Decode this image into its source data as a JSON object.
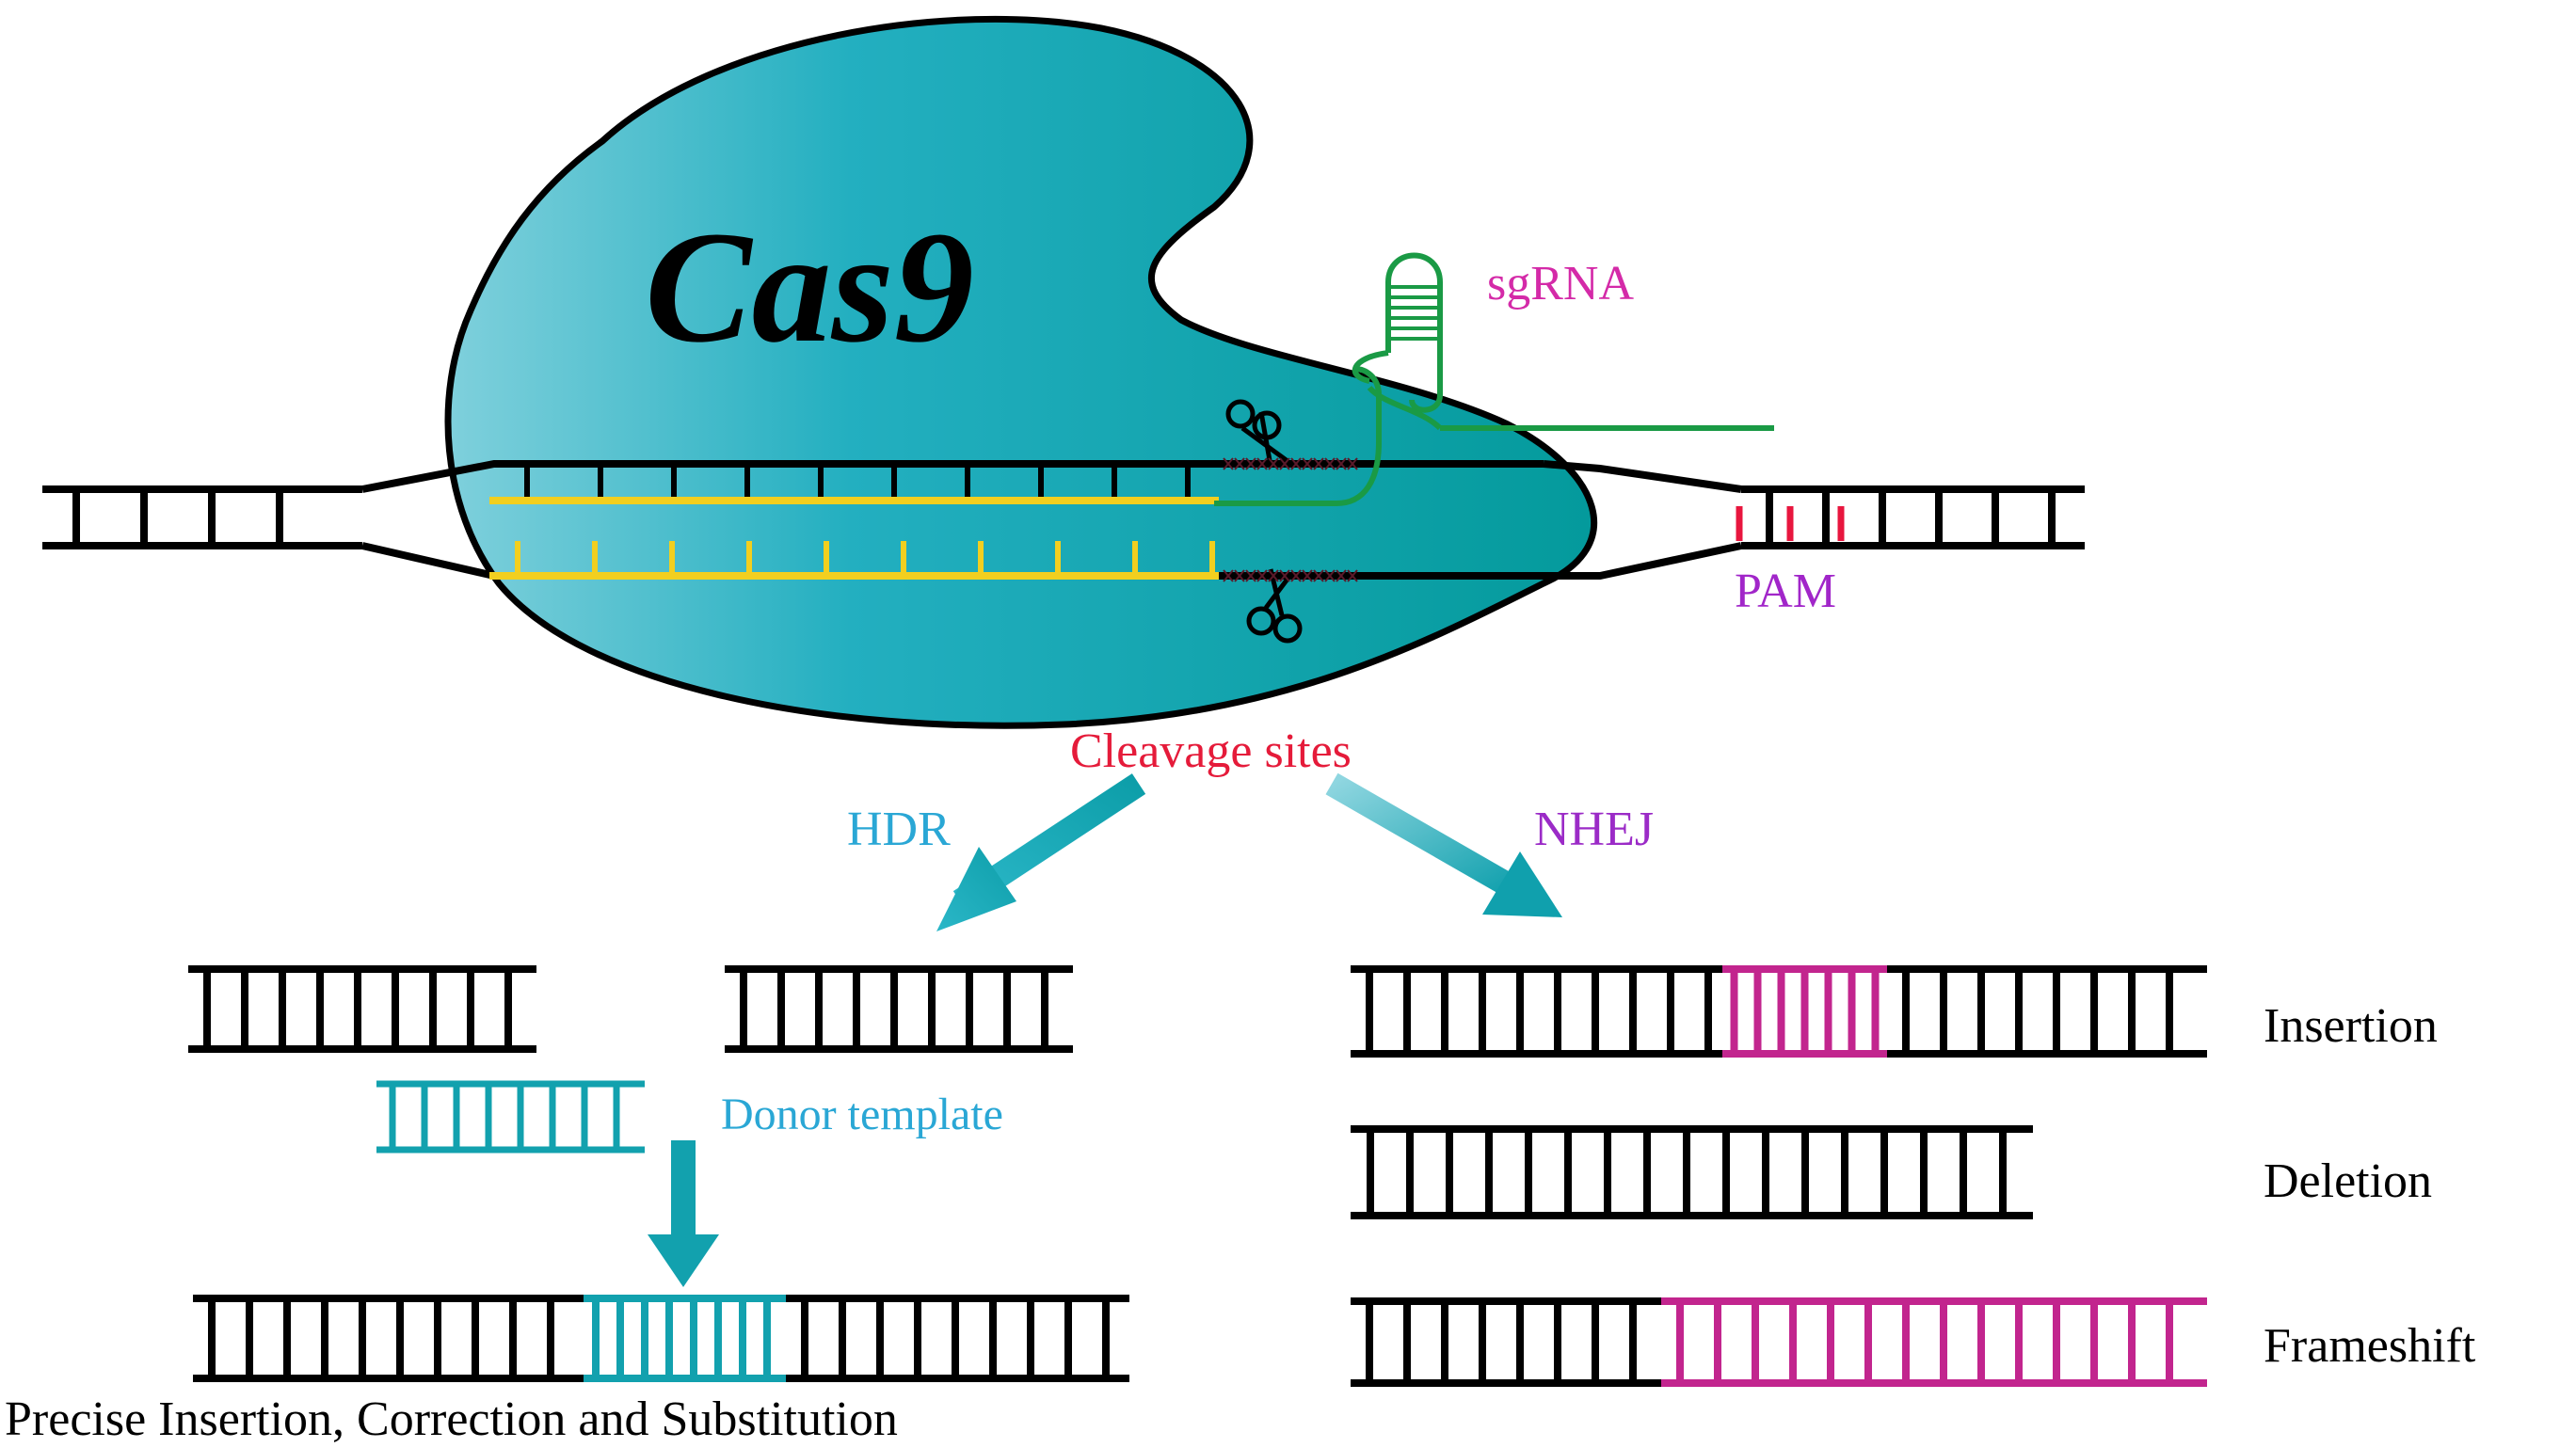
{
  "protein": {
    "label": "Cas9",
    "color": "#0aa1ab"
  },
  "guide": {
    "label": "sgRNA",
    "color": "#d42aa8",
    "strand_color": "#1a9a45"
  },
  "pam": {
    "label": "PAM",
    "color": "#a126c9",
    "mark_color": "#e8163e"
  },
  "cleavage": {
    "label": "Cleavage sites",
    "color": "#e51b3a"
  },
  "pathways": {
    "hdr": {
      "label": "HDR",
      "color": "#2aa7d5"
    },
    "nhej": {
      "label": "NHEJ",
      "color": "#9b2bc7"
    }
  },
  "donor": {
    "label": "Donor template",
    "color": "#2aa7d5"
  },
  "outcomes": {
    "insertion": "Insertion",
    "deletion": "Deletion",
    "frameshift": "Frameshift",
    "precise": "Precise Insertion, Correction and Substitution"
  },
  "colors": {
    "dna": "#000000",
    "target_strand": "#f2cf1f",
    "arrow": "#14a3b0",
    "inserted": "#c2258e"
  }
}
